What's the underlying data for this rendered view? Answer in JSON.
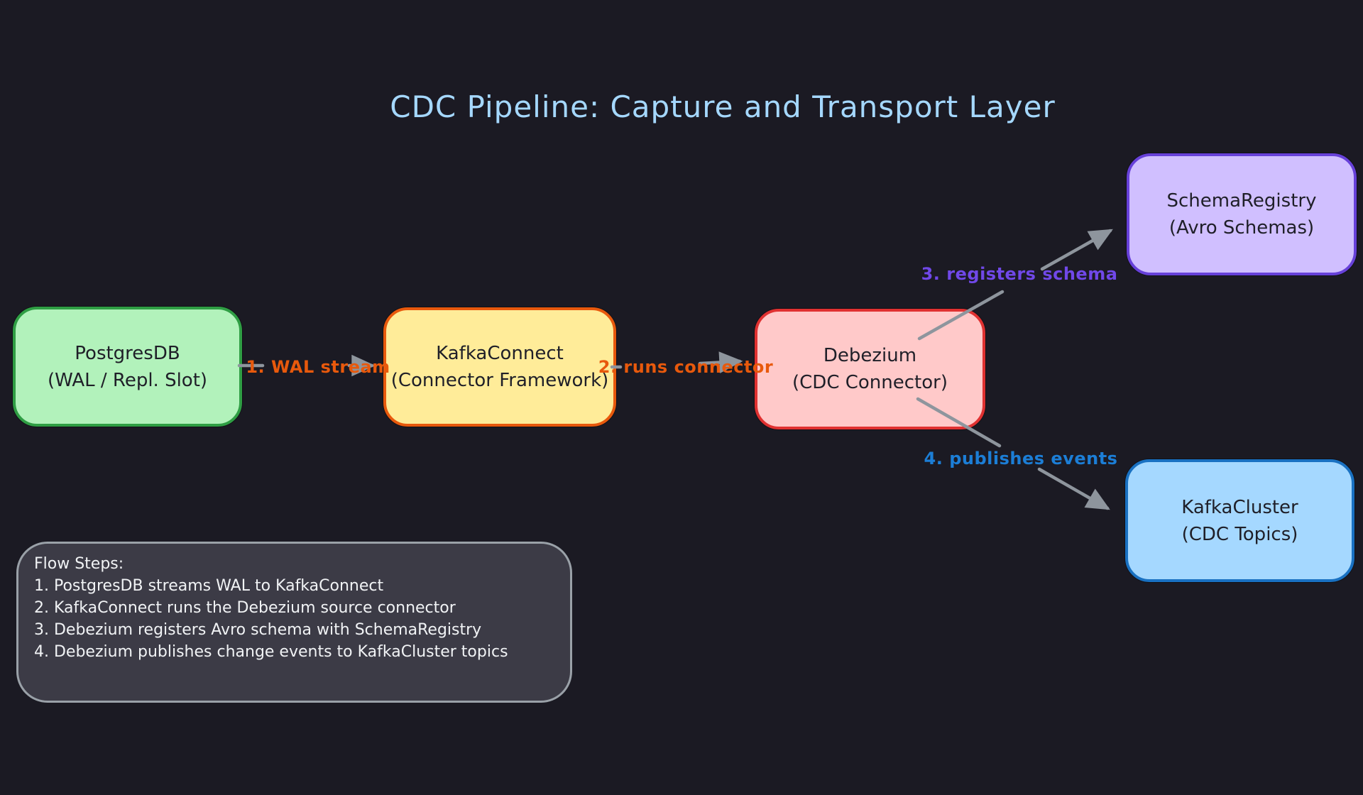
{
  "title": "CDC Pipeline: Capture and Transport Layer",
  "nodes": [
    {
      "id": "postgres",
      "line1": "PostgresDB",
      "line2": "(WAL / Repl. Slot)"
    },
    {
      "id": "kafka-connect",
      "line1": "KafkaConnect",
      "line2": "(Connector Framework)"
    },
    {
      "id": "debezium",
      "line1": "Debezium",
      "line2": "(CDC Connector)"
    },
    {
      "id": "schema-registry",
      "line1": "SchemaRegistry",
      "line2": "(Avro Schemas)"
    },
    {
      "id": "kafka-cluster",
      "line1": "KafkaCluster",
      "line2": "(CDC Topics)"
    }
  ],
  "edges": [
    {
      "from": "postgres",
      "to": "kafka-connect",
      "label": "1. WAL stream"
    },
    {
      "from": "kafka-connect",
      "to": "debezium",
      "label": "2. runs connector"
    },
    {
      "from": "debezium",
      "to": "schema-registry",
      "label": "3. registers schema"
    },
    {
      "from": "debezium",
      "to": "kafka-cluster",
      "label": "4. publishes events"
    }
  ],
  "flow_panel": {
    "title": "Flow Steps:",
    "steps": [
      "1. PostgresDB streams WAL to KafkaConnect",
      "2. KafkaConnect runs the Debezium source connector",
      "3. Debezium registers Avro schema with SchemaRegistry",
      "4. Debezium publishes change events to KafkaCluster topics"
    ]
  },
  "palette": {
    "background": "#1b1a23",
    "title_text": "#a5d8ff",
    "node_text": "#1f1f28",
    "arrow_gray": "#8e959d",
    "label_orange": "#e8590c",
    "label_violet": "#7048e8",
    "label_blue": "#1c7ed6",
    "postgres_fill": "#b2f2bb",
    "postgres_stroke": "#2f9e44",
    "kafkaconnect_fill": "#ffec99",
    "kafkaconnect_stroke": "#e8590c",
    "debezium_fill": "#ffc9c9",
    "debezium_stroke": "#e03131",
    "schemaregistry_fill": "#d0bfff",
    "schemaregistry_stroke": "#6741d9",
    "kafkacluster_fill": "#a5d8ff",
    "kafkacluster_stroke": "#1971c2",
    "panel_fill": "#3c3b46",
    "panel_stroke": "#9aa1a8",
    "panel_text": "#f1f3f5"
  }
}
